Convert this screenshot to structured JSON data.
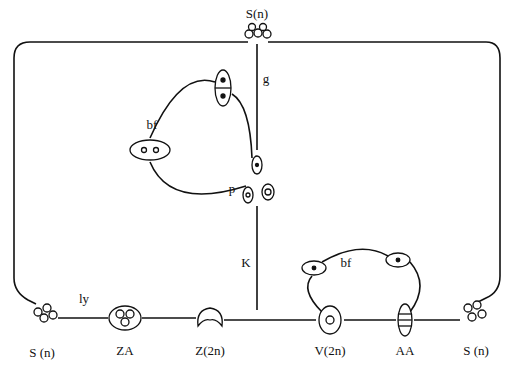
{
  "diagram": {
    "labels": [
      "S(n)",
      "g",
      "bf",
      "p",
      "K",
      "bf",
      "ly",
      "S (n)",
      "ZA",
      "Z(2n)",
      "V(2n)",
      "AA",
      "S (n)"
    ]
  }
}
